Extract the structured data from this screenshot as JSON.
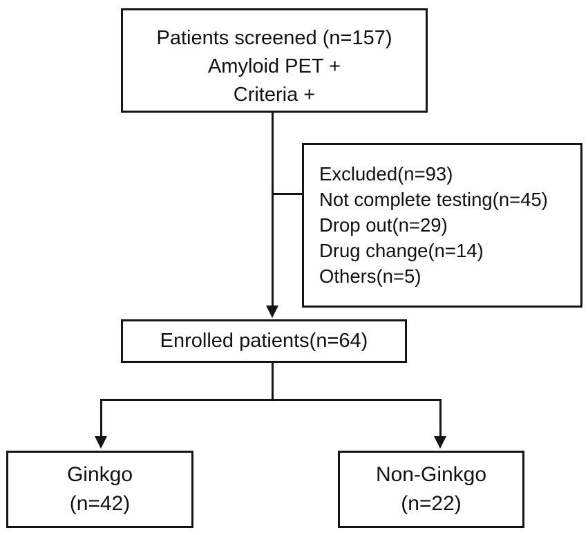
{
  "screened": {
    "line1": "Patients screened (n=157)",
    "line2": "Amyloid PET +",
    "line3": "Criteria +"
  },
  "excluded": {
    "items": [
      "Excluded(n=93)",
      "Not complete testing(n=45)",
      "Drop out(n=29)",
      "Drug change(n=14)",
      "Others(n=5)"
    ]
  },
  "enrolled": {
    "label": "Enrolled patients(n=64)"
  },
  "ginkgo": {
    "line1": "Ginkgo",
    "line2": "(n=42)"
  },
  "non_ginkgo": {
    "line1": "Non-Ginkgo",
    "line2": "(n=22)"
  }
}
